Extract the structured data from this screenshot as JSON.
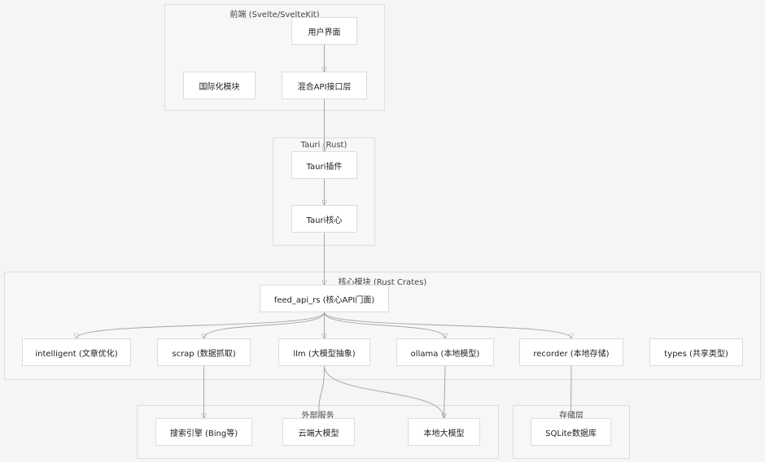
{
  "clusters": {
    "frontend": "前端 (Svelte/SvelteKit)",
    "tauri": "Tauri (Rust)",
    "core": "核心模块 (Rust Crates)",
    "external": "外部服务",
    "storage": "存储层"
  },
  "nodes": {
    "ui": "用户界面",
    "i18n": "国际化模块",
    "hybrid_api": "混合API接口层",
    "tauri_plugin": "Tauri插件",
    "tauri_core": "Tauri核心",
    "feed_api": "feed_api_rs (核心API门面)",
    "intelligent": "intelligent (文章优化)",
    "scrap": "scrap (数据抓取)",
    "llm": "llm (大模型抽象)",
    "ollama": "ollama (本地模型)",
    "recorder": "recorder (本地存储)",
    "types": "types (共享类型)",
    "search_engine": "搜索引擎 (Bing等)",
    "cloud_model": "云端大模型",
    "local_model": "本地大模型",
    "sqlite": "SQLite数据库"
  },
  "edges": [
    {
      "from": "ui",
      "to": "hybrid_api"
    },
    {
      "from": "hybrid_api",
      "to": "tauri_plugin"
    },
    {
      "from": "tauri_plugin",
      "to": "tauri_core"
    },
    {
      "from": "tauri_core",
      "to": "feed_api"
    },
    {
      "from": "feed_api",
      "to": "intelligent"
    },
    {
      "from": "feed_api",
      "to": "scrap"
    },
    {
      "from": "feed_api",
      "to": "llm"
    },
    {
      "from": "feed_api",
      "to": "ollama"
    },
    {
      "from": "feed_api",
      "to": "recorder"
    },
    {
      "from": "scrap",
      "to": "search_engine"
    },
    {
      "from": "llm",
      "to": "cloud_model"
    },
    {
      "from": "llm",
      "to": "local_model"
    },
    {
      "from": "ollama",
      "to": "local_model"
    },
    {
      "from": "recorder",
      "to": "sqlite"
    }
  ],
  "colors": {
    "background": "#f5f5f5",
    "cluster_fill": "#f7f7f7",
    "cluster_border": "#dedede",
    "node_fill": "#ffffff",
    "node_border": "#dcdcdc",
    "edge": "#a6a6a6"
  }
}
